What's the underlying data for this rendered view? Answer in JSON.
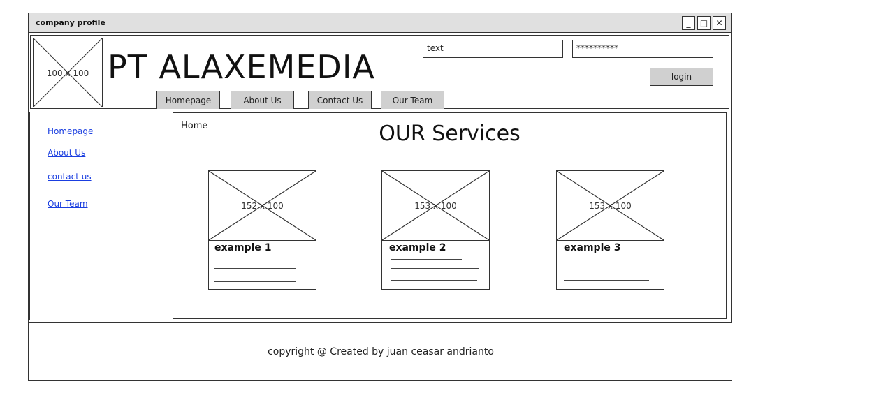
{
  "window": {
    "title": "company profile",
    "controls": {
      "minimize": "_",
      "maximize": "□",
      "close": "✕"
    }
  },
  "header": {
    "logo_label": "100 x 100",
    "brand": "PT ALAXEMEDIA",
    "text_input_value": "text",
    "password_input_value": "**********",
    "login_label": "login",
    "tabs": [
      "Homepage",
      "About Us",
      "Contact Us",
      "Our Team"
    ]
  },
  "sidebar": {
    "links": [
      "Homepage",
      "About Us",
      "contact us",
      "Our Team"
    ]
  },
  "main": {
    "breadcrumb": "Home",
    "title": "OUR Services",
    "cards": [
      {
        "image_label": "152 x 100",
        "title": "example 1"
      },
      {
        "image_label": "153 x 100",
        "title": "example 2"
      },
      {
        "image_label": "153 x 100",
        "title": "example 3"
      }
    ]
  },
  "footer": {
    "text": "copyright @ Created by juan ceasar andrianto"
  }
}
